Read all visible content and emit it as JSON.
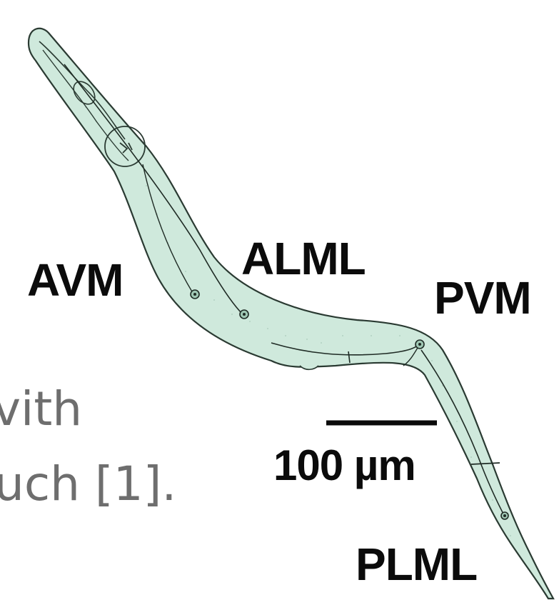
{
  "neuron_labels": {
    "avm": "AVM",
    "alml": "ALML",
    "pvm": "PVM",
    "plml": "PLML"
  },
  "scale_bar": {
    "label": "100 µm"
  },
  "background_text": {
    "line1": "vith",
    "line2": "uch [1]."
  },
  "colors": {
    "body_fill": "#cfe9dc",
    "outline": "#2a3a32",
    "label_text": "#0b0b0b",
    "background_text": "#6e6e6e"
  }
}
